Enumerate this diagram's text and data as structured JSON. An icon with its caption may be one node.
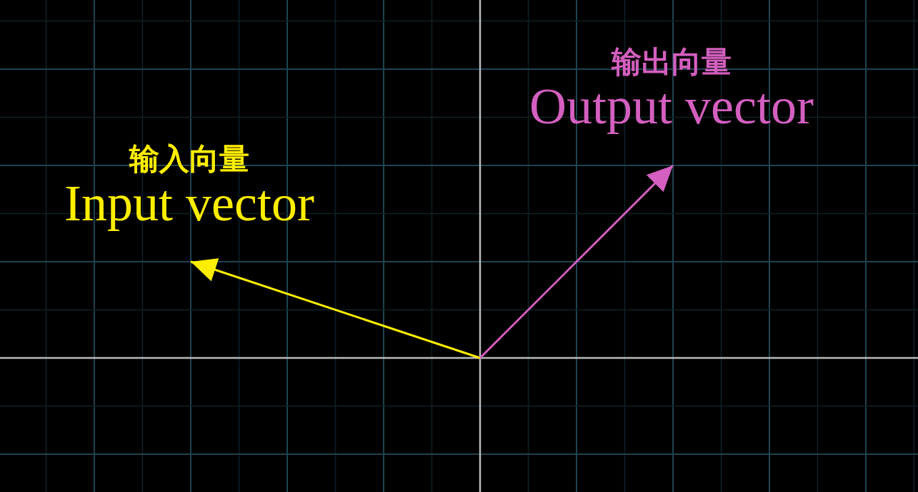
{
  "diagram": {
    "nodes": [
      {
        "text": [
          "输入向量",
          "Input vector"
        ]
      },
      {
        "text": [
          "输出向量",
          "Output vector"
        ]
      }
    ],
    "edges": [
      {
        "from": null,
        "to": 0,
        "arrow": "to",
        "color": "#ffee00"
      },
      {
        "from": null,
        "to": 1,
        "arrow": "to",
        "color": "#d45fc0"
      }
    ]
  }
}
